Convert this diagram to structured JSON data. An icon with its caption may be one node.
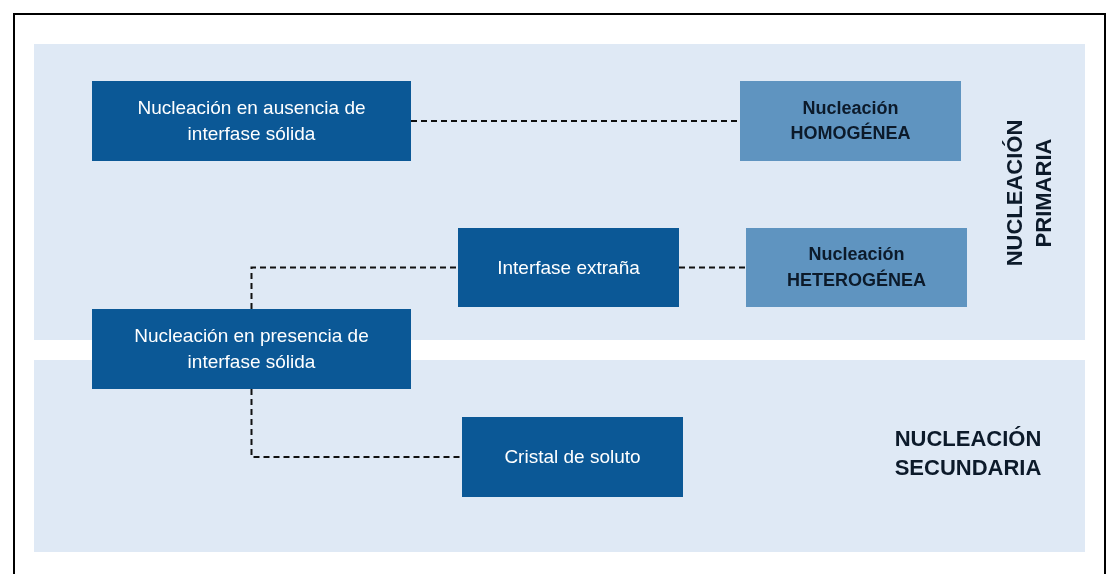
{
  "diagram": {
    "nodes": [
      {
        "text": [
          "NUCLEACIÓN PRIMARIA"
        ]
      },
      {
        "text": [
          "Nucleación en ausencia de interfase sólida"
        ],
        "in": 0
      },
      {
        "text": [
          "Nucleación HOMOGÉNEA"
        ],
        "in": 0
      },
      {
        "text": [
          "Interfase extraña"
        ],
        "in": 0
      },
      {
        "text": [
          "Nucleación HETEROGÉNEA"
        ],
        "in": 0
      },
      {
        "text": [
          "NUCLEACIÓN SECUNDARIA"
        ]
      },
      {
        "text": [
          "Nucleación en presencia de interfase sólida"
        ]
      },
      {
        "text": [
          "Cristal de soluto"
        ],
        "in": 5
      }
    ],
    "edges": [
      {
        "from": 1,
        "to": 2,
        "arrow": "none",
        "style": "dashed"
      },
      {
        "from": 6,
        "to": 3,
        "arrow": "none",
        "style": "dashed"
      },
      {
        "from": 3,
        "to": 4,
        "arrow": "none",
        "style": "dashed"
      },
      {
        "from": 6,
        "to": 7,
        "arrow": "none",
        "style": "dashed"
      }
    ]
  }
}
